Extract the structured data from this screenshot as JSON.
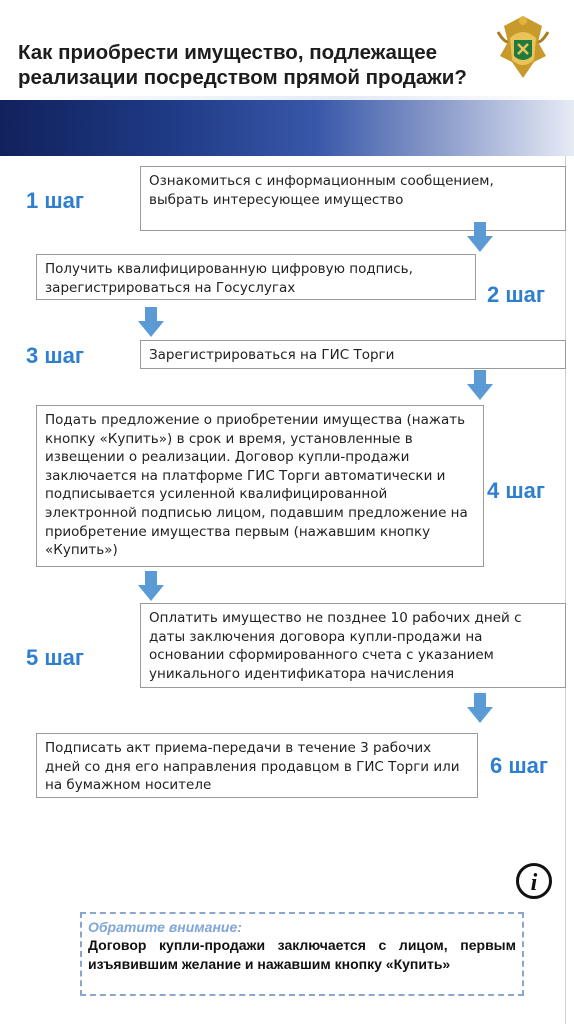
{
  "header": {
    "title": "Как приобрести имущество, подлежащее реализации посредством прямой продажи?"
  },
  "colors": {
    "accent": "#2f7fd1",
    "band_dark": "#11215c",
    "arrow": "#5b9bd5",
    "note_border": "#8aa6cf"
  },
  "steps": [
    {
      "label": "1 шаг",
      "text": "Ознакомиться с информационным сообщением, выбрать интересующее имущество"
    },
    {
      "label": "2 шаг",
      "text": "Получить квалифицированную цифровую подпись, зарегистрироваться на Госуслугах"
    },
    {
      "label": "3 шаг",
      "text": "Зарегистрироваться на ГИС Торги"
    },
    {
      "label": "4 шаг",
      "text": "Подать предложение о приобретении имущества (нажать кнопку «Купить») в срок и время, установленные в извещении о реализации. Договор купли-продажи заключается на платформе ГИС Торги автоматически и подписывается усиленной квалифицированной электронной подписью лицом, подавшим предложение на приобретение имущества первым (нажавшим кнопку «Купить»)"
    },
    {
      "label": "5 шаг",
      "text": "Оплатить имущество не позднее 10 рабочих дней с даты заключения договора купли-продажи на основании сформированного счета с указанием уникального идентификатора начисления"
    },
    {
      "label": "6 шаг",
      "text": "Подписать акт приема-передачи в течение 3 рабочих дней со дня его направления продавцом в ГИС Торги или на бумажном носителе"
    }
  ],
  "note": {
    "title": "Обратите внимание:",
    "text": "Договор купли-продажи заключается с лицом, первым изъявившим желание и нажавшим кнопку «Купить»"
  },
  "icons": {
    "emblem": "emblem-icon",
    "info": "info-icon",
    "arrow": "arrow-down-icon"
  }
}
